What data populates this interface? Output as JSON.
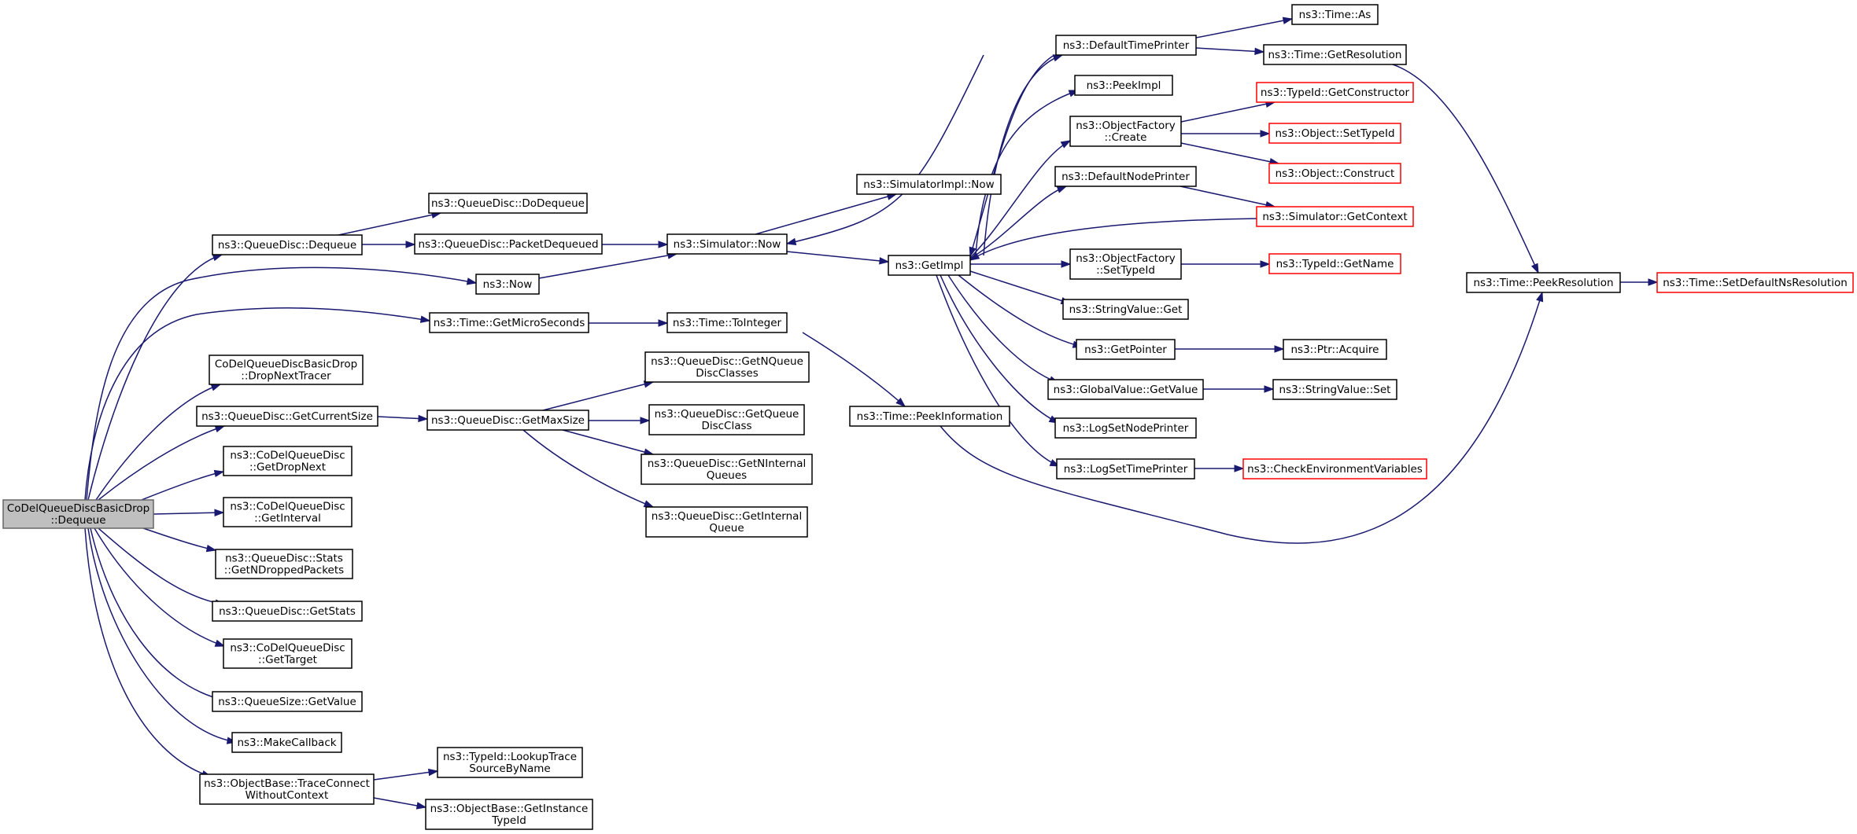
{
  "graph": {
    "nodes": [
      {
        "id": "root",
        "lines": [
          "CoDelQueueDiscBasicDrop",
          "::Dequeue"
        ],
        "root": true
      },
      {
        "id": "qd_dequeue",
        "lines": [
          "ns3::QueueDisc::Dequeue"
        ]
      },
      {
        "id": "qd_dodequeue",
        "lines": [
          "ns3::QueueDisc::DoDequeue"
        ]
      },
      {
        "id": "qd_packetdequeued",
        "lines": [
          "ns3::QueueDisc::PacketDequeued"
        ]
      },
      {
        "id": "sim_now",
        "lines": [
          "ns3::Simulator::Now"
        ]
      },
      {
        "id": "simimpl_now",
        "lines": [
          "ns3::SimulatorImpl::Now"
        ]
      },
      {
        "id": "now",
        "lines": [
          "ns3::Now"
        ]
      },
      {
        "id": "getmicroseconds",
        "lines": [
          "ns3::Time::GetMicroSeconds"
        ]
      },
      {
        "id": "tointeger",
        "lines": [
          "ns3::Time::ToInteger"
        ]
      },
      {
        "id": "dropnexttracer",
        "lines": [
          "CoDelQueueDiscBasicDrop",
          "::DropNextTracer"
        ]
      },
      {
        "id": "getcurrentsize",
        "lines": [
          "ns3::QueueDisc::GetCurrentSize"
        ]
      },
      {
        "id": "getmaxsize",
        "lines": [
          "ns3::QueueDisc::GetMaxSize"
        ]
      },
      {
        "id": "getnqueuediscclasses",
        "lines": [
          "ns3::QueueDisc::GetNQueue",
          "DiscClasses"
        ]
      },
      {
        "id": "getqueuediscclass",
        "lines": [
          "ns3::QueueDisc::GetQueue",
          "DiscClass"
        ]
      },
      {
        "id": "getninternalqueues",
        "lines": [
          "ns3::QueueDisc::GetNInternal",
          "Queues"
        ]
      },
      {
        "id": "getinternalqueue",
        "lines": [
          "ns3::QueueDisc::GetInternal",
          "Queue"
        ]
      },
      {
        "id": "getdropnext",
        "lines": [
          "ns3::CoDelQueueDisc",
          "::GetDropNext"
        ]
      },
      {
        "id": "getinterval",
        "lines": [
          "ns3::CoDelQueueDisc",
          "::GetInterval"
        ]
      },
      {
        "id": "getndroppedpackets",
        "lines": [
          "ns3::QueueDisc::Stats",
          "::GetNDroppedPackets"
        ]
      },
      {
        "id": "getstats",
        "lines": [
          "ns3::QueueDisc::GetStats"
        ]
      },
      {
        "id": "gettarget",
        "lines": [
          "ns3::CoDelQueueDisc",
          "::GetTarget"
        ]
      },
      {
        "id": "queuesize_getvalue",
        "lines": [
          "ns3::QueueSize::GetValue"
        ]
      },
      {
        "id": "makecallback",
        "lines": [
          "ns3::MakeCallback"
        ]
      },
      {
        "id": "traceconnect",
        "lines": [
          "ns3::ObjectBase::TraceConnect",
          "WithoutContext"
        ]
      },
      {
        "id": "lookuptrace",
        "lines": [
          "ns3::TypeId::LookupTrace",
          "SourceByName"
        ]
      },
      {
        "id": "getinstancetypeid",
        "lines": [
          "ns3::ObjectBase::GetInstance",
          "TypeId"
        ]
      },
      {
        "id": "peekinformation",
        "lines": [
          "ns3::Time::PeekInformation"
        ]
      },
      {
        "id": "getimpl",
        "lines": [
          "ns3::GetImpl"
        ]
      },
      {
        "id": "defaulttimeprinter",
        "lines": [
          "ns3::DefaultTimePrinter"
        ]
      },
      {
        "id": "peekimpl",
        "lines": [
          "ns3::PeekImpl"
        ]
      },
      {
        "id": "objectfactory_create",
        "lines": [
          "ns3::ObjectFactory",
          "::Create"
        ]
      },
      {
        "id": "defaultnodeprinter",
        "lines": [
          "ns3::DefaultNodePrinter"
        ]
      },
      {
        "id": "objectfactory_settypeid",
        "lines": [
          "ns3::ObjectFactory",
          "::SetTypeId"
        ]
      },
      {
        "id": "stringvalue_get",
        "lines": [
          "ns3::StringValue::Get"
        ]
      },
      {
        "id": "getpointer",
        "lines": [
          "ns3::GetPointer"
        ]
      },
      {
        "id": "globalvalue_getvalue",
        "lines": [
          "ns3::GlobalValue::GetValue"
        ]
      },
      {
        "id": "logsetnodeprinter",
        "lines": [
          "ns3::LogSetNodePrinter"
        ]
      },
      {
        "id": "logsettimeprinter",
        "lines": [
          "ns3::LogSetTimePrinter"
        ]
      },
      {
        "id": "time_as",
        "lines": [
          "ns3::Time::As"
        ]
      },
      {
        "id": "time_getresolution",
        "lines": [
          "ns3::Time::GetResolution"
        ]
      },
      {
        "id": "typeid_getconstructor",
        "lines": [
          "ns3::TypeId::GetConstructor"
        ],
        "red": true
      },
      {
        "id": "object_settypeid",
        "lines": [
          "ns3::Object::SetTypeId"
        ],
        "red": true
      },
      {
        "id": "object_construct",
        "lines": [
          "ns3::Object::Construct"
        ],
        "red": true
      },
      {
        "id": "simulator_getcontext",
        "lines": [
          "ns3::Simulator::GetContext"
        ],
        "red": true
      },
      {
        "id": "typeid_getname",
        "lines": [
          "ns3::TypeId::GetName"
        ],
        "red": true
      },
      {
        "id": "ptr_acquire",
        "lines": [
          "ns3::Ptr::Acquire"
        ]
      },
      {
        "id": "stringvalue_set",
        "lines": [
          "ns3::StringValue::Set"
        ]
      },
      {
        "id": "checkenvvars",
        "lines": [
          "ns3::CheckEnvironmentVariables"
        ],
        "red": true
      },
      {
        "id": "peekresolution",
        "lines": [
          "ns3::Time::PeekResolution"
        ]
      },
      {
        "id": "setdefaultnsresolution",
        "lines": [
          "ns3::Time::SetDefaultNsResolution"
        ],
        "red": true
      }
    ],
    "edges": [
      [
        "root",
        "qd_dequeue"
      ],
      [
        "root",
        "now"
      ],
      [
        "root",
        "getmicroseconds"
      ],
      [
        "root",
        "dropnexttracer"
      ],
      [
        "root",
        "getcurrentsize"
      ],
      [
        "root",
        "getdropnext"
      ],
      [
        "root",
        "getinterval"
      ],
      [
        "root",
        "getndroppedpackets"
      ],
      [
        "root",
        "getstats"
      ],
      [
        "root",
        "gettarget"
      ],
      [
        "root",
        "queuesize_getvalue"
      ],
      [
        "root",
        "makecallback"
      ],
      [
        "root",
        "traceconnect"
      ],
      [
        "qd_dequeue",
        "qd_dodequeue"
      ],
      [
        "qd_dequeue",
        "qd_packetdequeued"
      ],
      [
        "qd_packetdequeued",
        "sim_now"
      ],
      [
        "now",
        "sim_now"
      ],
      [
        "sim_now",
        "simimpl_now"
      ],
      [
        "sim_now",
        "getimpl"
      ],
      [
        "getimpl",
        "sim_now"
      ],
      [
        "getmicroseconds",
        "tointeger"
      ],
      [
        "tointeger",
        "peekinformation"
      ],
      [
        "peekinformation",
        "peekresolution"
      ],
      [
        "getcurrentsize",
        "getmaxsize"
      ],
      [
        "getmaxsize",
        "getnqueuediscclasses"
      ],
      [
        "getmaxsize",
        "getqueuediscclass"
      ],
      [
        "getmaxsize",
        "getninternalqueues"
      ],
      [
        "getmaxsize",
        "getinternalqueue"
      ],
      [
        "traceconnect",
        "lookuptrace"
      ],
      [
        "traceconnect",
        "getinstancetypeid"
      ],
      [
        "getimpl",
        "defaulttimeprinter"
      ],
      [
        "getimpl",
        "peekimpl"
      ],
      [
        "getimpl",
        "objectfactory_create"
      ],
      [
        "getimpl",
        "defaultnodeprinter"
      ],
      [
        "getimpl",
        "objectfactory_settypeid"
      ],
      [
        "getimpl",
        "stringvalue_get"
      ],
      [
        "getimpl",
        "getpointer"
      ],
      [
        "getimpl",
        "globalvalue_getvalue"
      ],
      [
        "getimpl",
        "logsetnodeprinter"
      ],
      [
        "getimpl",
        "logsettimeprinter"
      ],
      [
        "defaulttimeprinter",
        "getimpl"
      ],
      [
        "simulator_getcontext",
        "getimpl"
      ],
      [
        "defaulttimeprinter",
        "time_as"
      ],
      [
        "defaulttimeprinter",
        "time_getresolution"
      ],
      [
        "time_getresolution",
        "peekresolution"
      ],
      [
        "objectfactory_create",
        "typeid_getconstructor"
      ],
      [
        "objectfactory_create",
        "object_settypeid"
      ],
      [
        "objectfactory_create",
        "object_construct"
      ],
      [
        "defaultnodeprinter",
        "simulator_getcontext"
      ],
      [
        "objectfactory_settypeid",
        "typeid_getname"
      ],
      [
        "getpointer",
        "ptr_acquire"
      ],
      [
        "globalvalue_getvalue",
        "stringvalue_set"
      ],
      [
        "logsettimeprinter",
        "checkenvvars"
      ],
      [
        "peekresolution",
        "setdefaultnsresolution"
      ]
    ]
  }
}
